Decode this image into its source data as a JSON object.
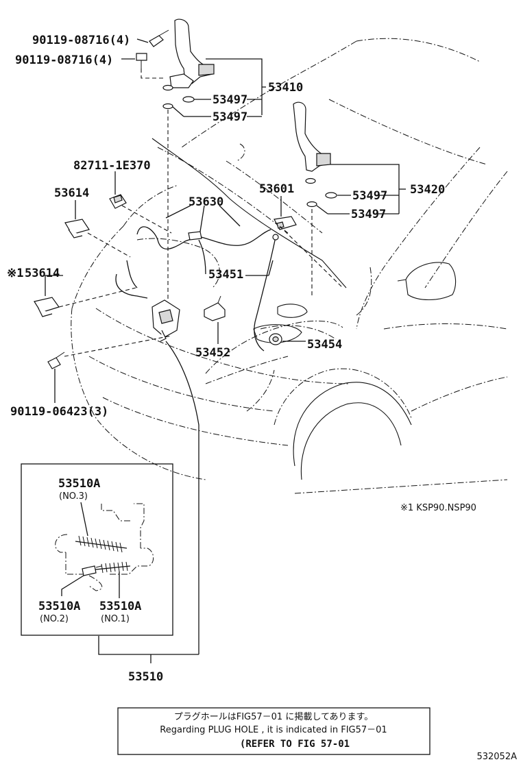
{
  "callouts": {
    "bolt_upper": "90119-08716(4)",
    "bolt_lower": "90119-08716(4)",
    "hinge_lh_assy": "53410",
    "washer_lh_1": "53497",
    "washer_lh_2": "53497",
    "sensor": "82711-1E370",
    "cushion_left": "53614",
    "cushion_left_variant": "53614",
    "variant_mark": "※1",
    "cable": "53630",
    "hood_cushion_right": "53601",
    "hinge_rh_assy": "53420",
    "washer_rh_1": "53497",
    "washer_rh_2": "53497",
    "support_rod": "53451",
    "lock_assy": "53452",
    "rod_holder": "53454",
    "bolt_front": "90119-06423(3)",
    "lock_set": "53510"
  },
  "inset": {
    "part_top": "53510A",
    "part_top_sub": "(NO.3)",
    "part_left": "53510A",
    "part_left_sub": "(NO.2)",
    "part_right": "53510A",
    "part_right_sub": "(NO.1)"
  },
  "footnote": "※1 KSP90.NSP90",
  "note": {
    "line1": "プラグホールはFIG57－01 に掲載してあります。",
    "line2": "Regarding PLUG HOLE , it is indicated in FIG57－01",
    "line3": "(REFER TO FIG 57-01"
  },
  "figure_id": "532052A"
}
